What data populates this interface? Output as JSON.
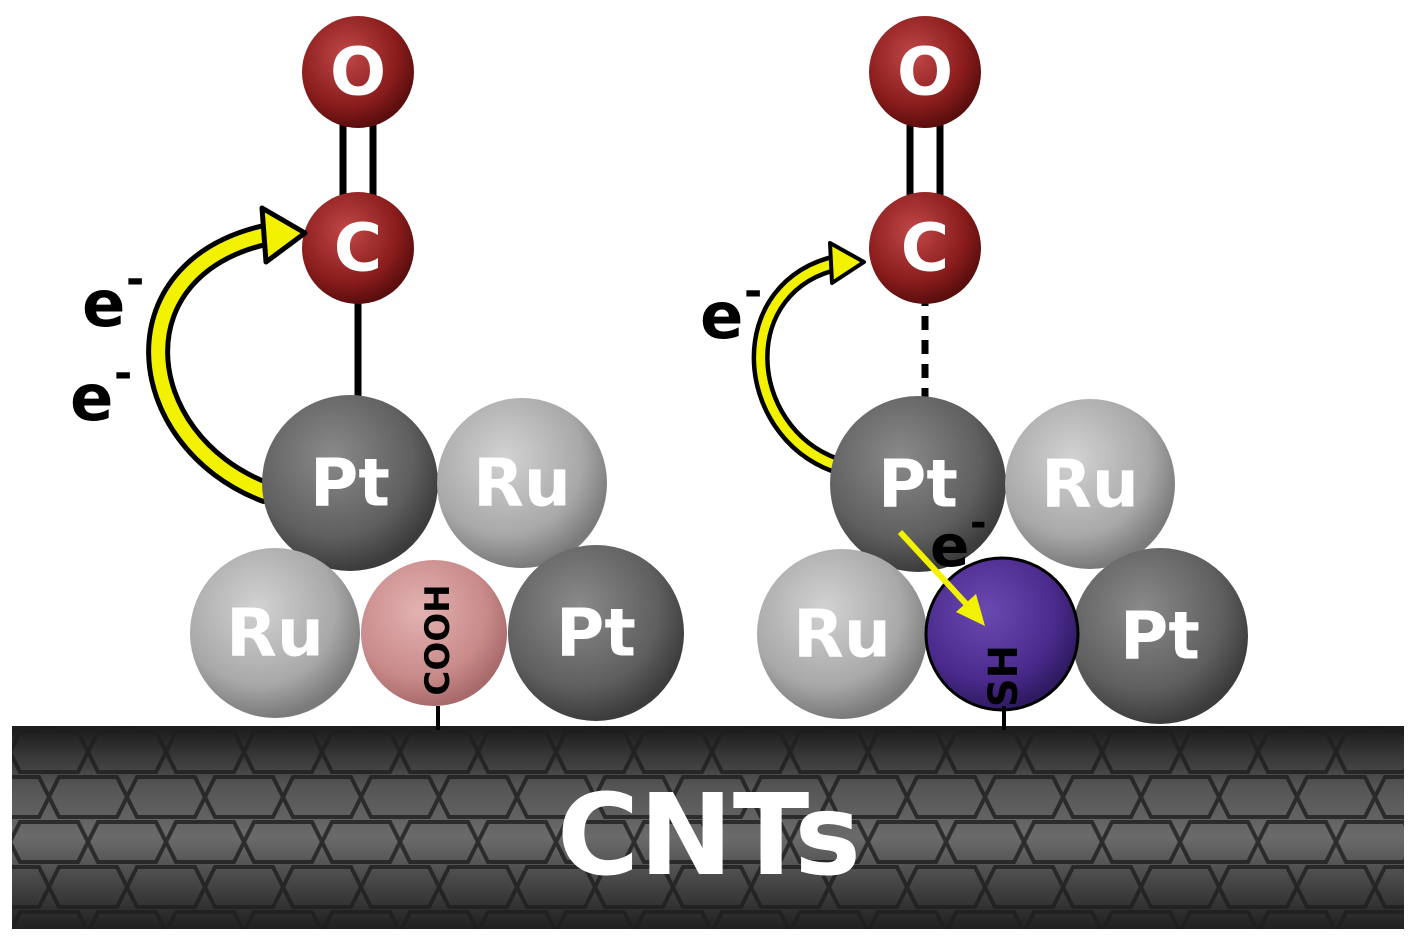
{
  "colors": {
    "oxygen": "#8a1c1c",
    "carbon": "#8a1c1c",
    "pt": "#5f5f5f",
    "ru": "#a8a8a8",
    "cooh": "#c98a8a",
    "sh": "#4a2a8c",
    "substrate": "#3a3a3a",
    "arrow": "#f2f200"
  },
  "left": {
    "oxygen": "O",
    "carbon": "C",
    "electron_1": "e",
    "electron_2": "e",
    "electron_sup": "-",
    "pt_top": "Pt",
    "ru_top": "Ru",
    "ru_bottom": "Ru",
    "linker": "COOH",
    "pt_bottom": "Pt"
  },
  "right": {
    "oxygen": "O",
    "carbon": "C",
    "electron_1": "e",
    "electron_sup": "-",
    "pt_top": "Pt",
    "ru_top": "Ru",
    "electron_inner": "e",
    "ru_bottom": "Ru",
    "linker": "SH",
    "pt_bottom": "Pt"
  },
  "substrate": {
    "label": "CNTs"
  }
}
